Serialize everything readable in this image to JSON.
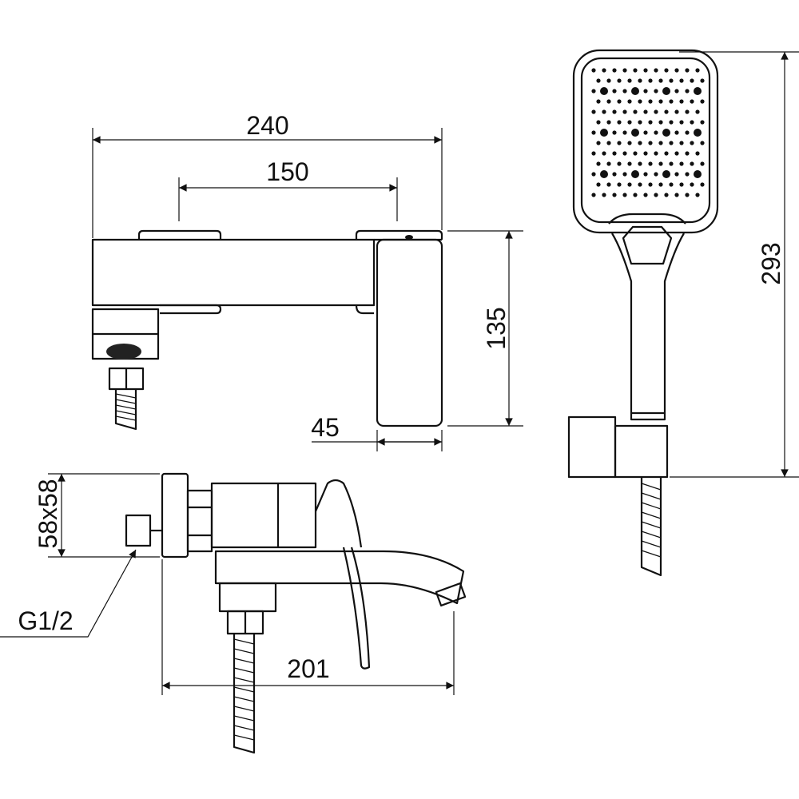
{
  "dimensions": {
    "overall_width": "240",
    "handle_spacing": "150",
    "height": "135",
    "depth": "45",
    "hand_shower_length": "293",
    "wall_plate": "58x58",
    "thread": "G1/2",
    "projection": "201"
  },
  "colors": {
    "line": "#111111",
    "background": "#ffffff"
  }
}
